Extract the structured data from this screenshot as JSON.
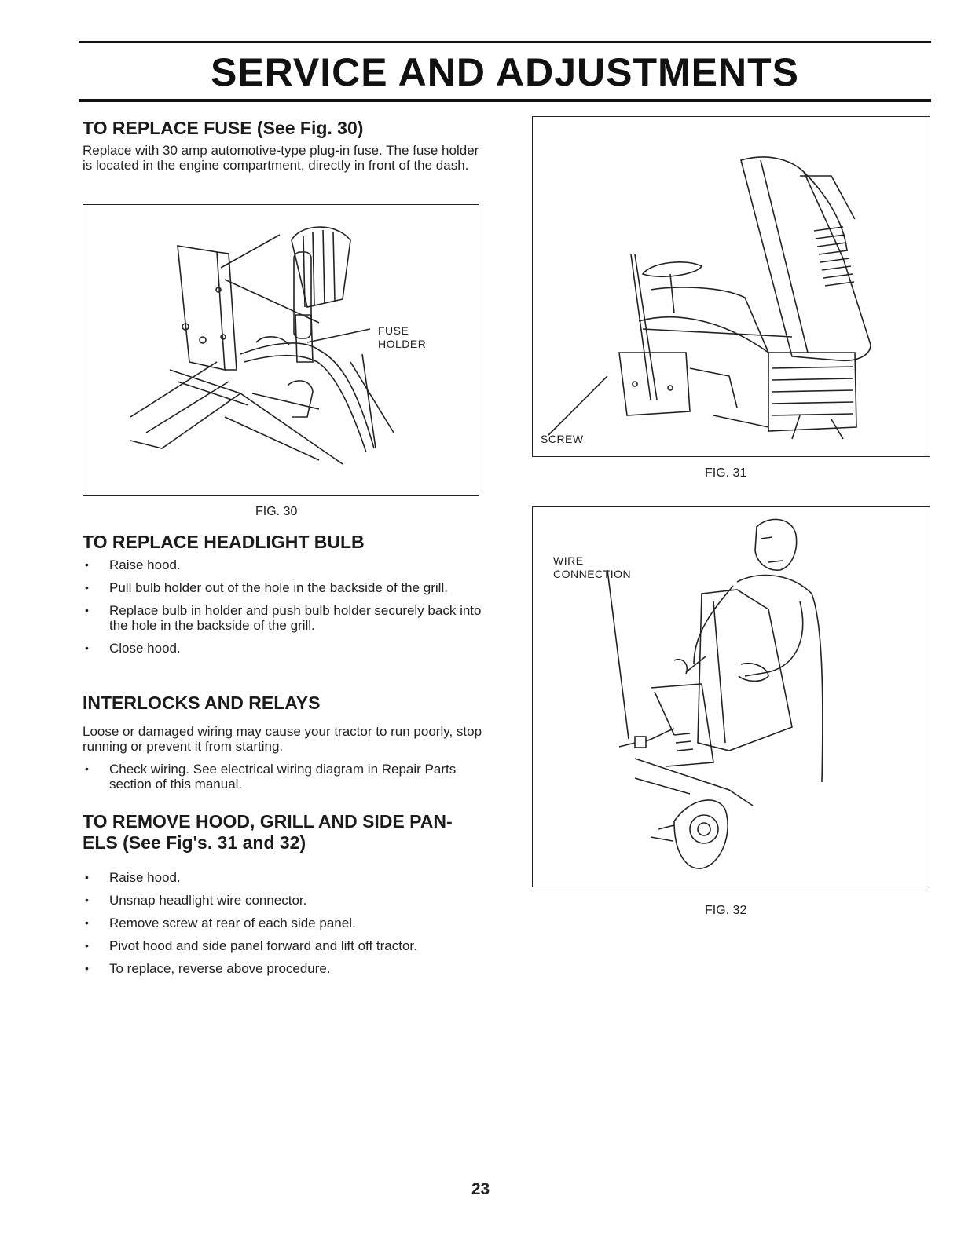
{
  "page": {
    "title": "SERVICE AND ADJUSTMENTS",
    "number": "23"
  },
  "fuse": {
    "heading": "TO REPLACE FUSE (See Fig. 30)",
    "body": "Replace with 30 amp automotive-type plug-in fuse.  The fuse holder is located in the engine compartment, directly in front of  the dash."
  },
  "headlight": {
    "heading": "TO REPLACE HEADLIGHT BULB",
    "steps": [
      "Raise hood.",
      "Pull bulb holder out of the hole in the backside of the grill.",
      "Replace bulb in holder and push bulb holder securely back into the hole in the backside of the grill.",
      "Close hood."
    ]
  },
  "interlocks": {
    "heading": "INTERLOCKS AND RELAYS",
    "body": "Loose or damaged wiring may cause your tractor to run poorly, stop running or prevent it from starting.",
    "steps": [
      "Check wiring.  See electrical wiring diagram in Repair Parts section of this manual."
    ]
  },
  "hood": {
    "heading": "TO REMOVE HOOD, GRILL AND SIDE PAN- ELS (See Fig's. 31 and 32)",
    "steps": [
      "Raise hood.",
      "Unsnap headlight wire connector.",
      "Remove screw at rear of each side panel.",
      "Pivot hood and side panel forward and lift off tractor.",
      "To replace, reverse above procedure."
    ]
  },
  "figures": {
    "fig30": {
      "caption": "FIG. 30",
      "label_line1": "FUSE",
      "label_line2": "HOLDER"
    },
    "fig31": {
      "caption": "FIG. 31",
      "label": "SCREW"
    },
    "fig32": {
      "caption": "FIG. 32",
      "label_line1": "WIRE",
      "label_line2": "CONNECTION"
    }
  }
}
